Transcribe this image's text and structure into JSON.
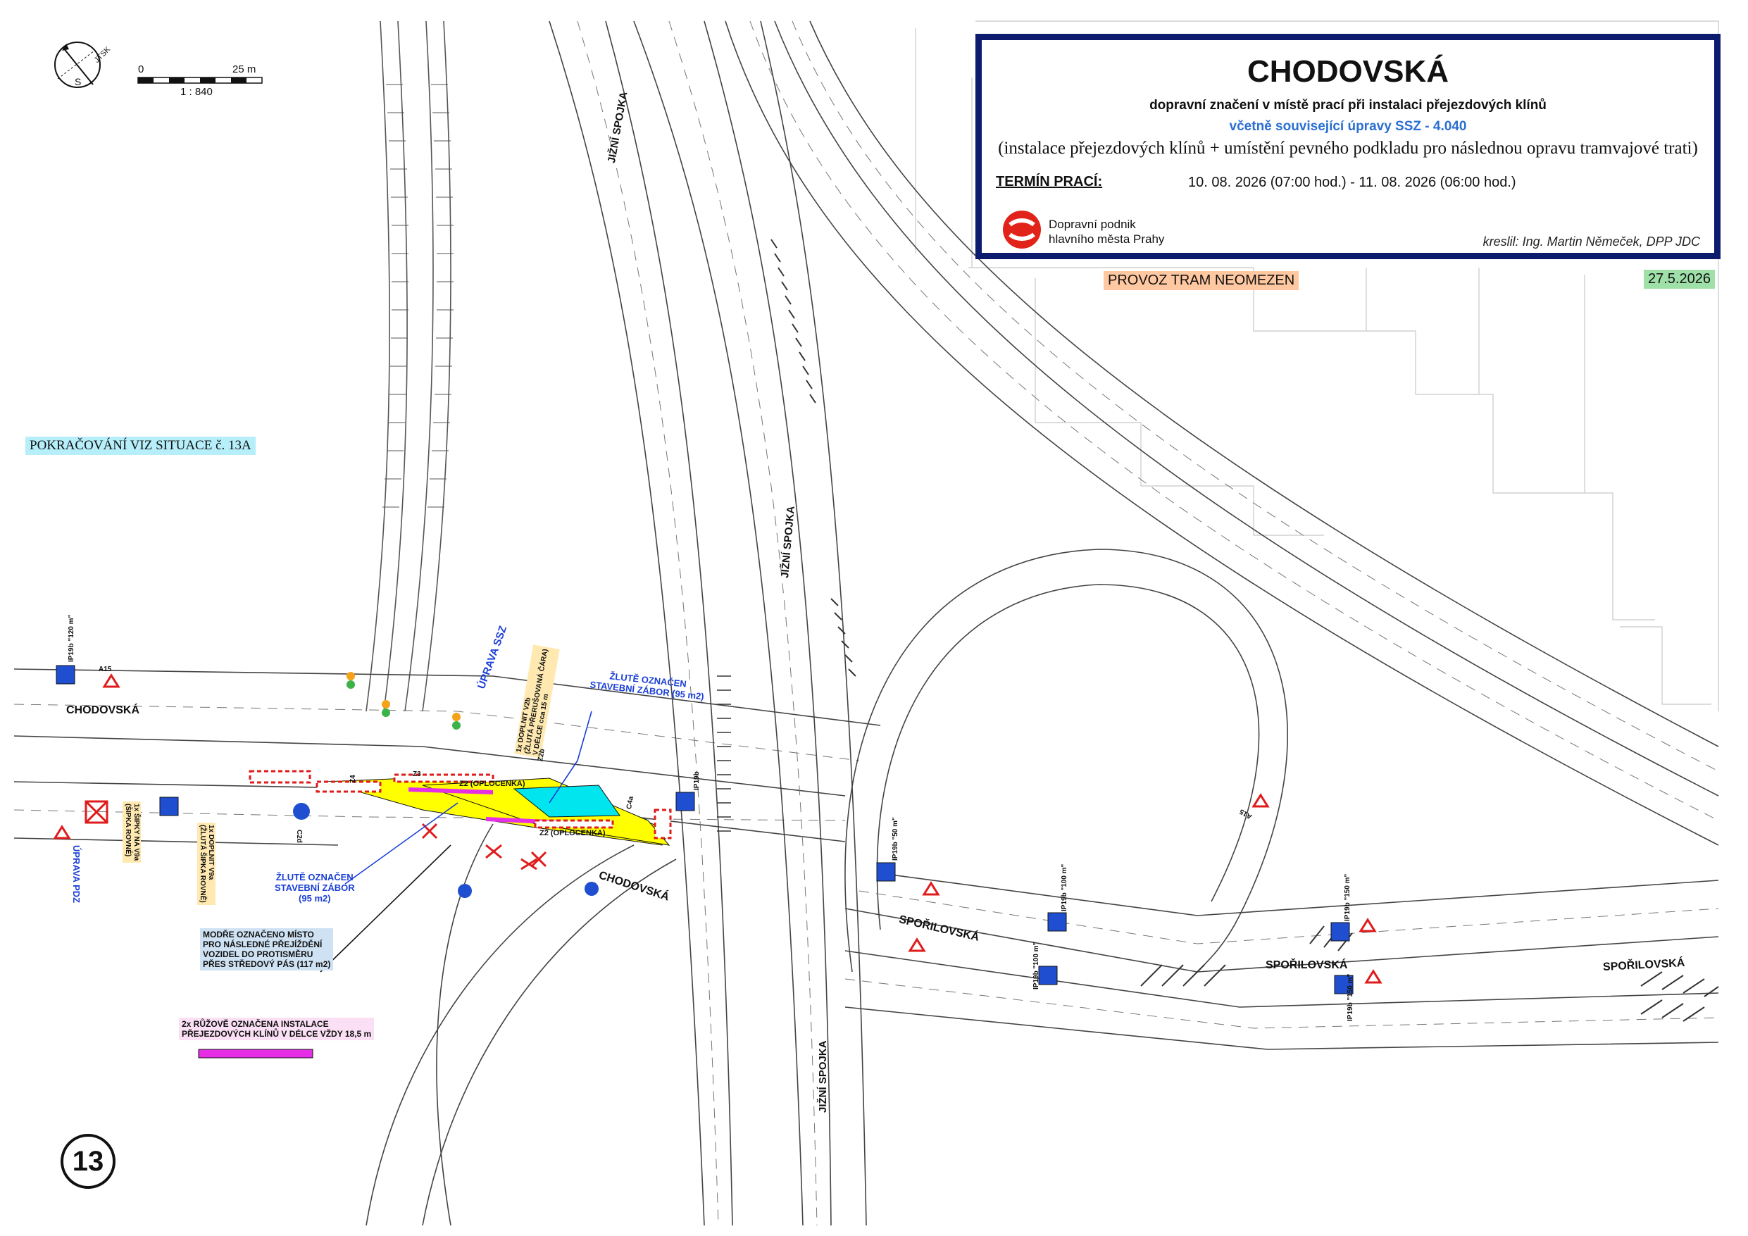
{
  "title_block": {
    "title": "CHODOVSKÁ",
    "subtitle_1": "dopravní značení v místě prací při instalaci přejezdových klínů",
    "subtitle_2": "včetně související úpravy SSZ - 4.040",
    "subtitle_3": "(instalace přejezdových klínů + umístění pevného podkladu pro následnou opravu tramvajové trati)",
    "term_label": "TERMÍN PRACÍ:",
    "term_value": "10. 08. 2026 (07:00 hod.) - 11. 08. 2026 (06:00 hod.)",
    "org_line_1": "Dopravní podnik",
    "org_line_2": "hlavního města Prahy",
    "author": "kreslil: Ing. Martin Němeček, DPP JDC"
  },
  "tags": {
    "provoz": "PROVOZ TRAM NEOMEZEN",
    "date": "27.5.2026",
    "pokracovani": "POKRAČOVÁNÍ VIZ SITUACE č. 13A"
  },
  "scale": {
    "zero": "0",
    "max": "25 m",
    "ratio": "1 : 840",
    "north_label": "S",
    "grid_label": "JTSK"
  },
  "street_labels": {
    "chodovska_w": "CHODOVSKÁ",
    "chodovska_c": "CHODOVSKÁ",
    "jizni_spojka_n": "JIŽNÍ SPOJKA",
    "jizni_spojka_c": "JIŽNÍ SPOJKA",
    "jizni_spojka_s": "JIŽNÍ SPOJKA",
    "sporilovska_1": "SPOŘILOVSKÁ",
    "sporilovska_2": "SPOŘILOVSKÁ",
    "sporilovska_3": "SPOŘILOVSKÁ"
  },
  "notes": {
    "zabor_95_line1": "ŽLUTĚ OZNAČEN",
    "zabor_95_line2": "STAVEBNÍ ZÁBOR (95 m2)",
    "zabor_95b_line1": "ŽLUTĚ OZNAČEN",
    "zabor_95b_line2": "STAVEBNÍ ZÁBOR",
    "zabor_95b_line3": "(95 m2)",
    "modre_line1": "MODŘE OZNAČENO MÍSTO",
    "modre_line2": "PRO NÁSLEDNÉ PŘEJÍŽDĚNÍ",
    "modre_line3": "VOZIDEL DO PROTISMĚRU",
    "modre_line4": "PŘES STŘEDOVÝ PÁS (117 m2)",
    "ruzove_line1": "2x RŮŽOVĚ OZNAČENA INSTALACE",
    "ruzove_line2": "PŘEJEZDOVÝCH KLÍNŮ V DÉLCE VŽDY 18,5 m",
    "uprava_ssz": "ÚPRAVA SSZ",
    "uprava_pdz": "ÚPRAVA PDZ",
    "oplocenka_1": "Z2 (OPLOCENKA)",
    "oplocenka_2": "Z2 (OPLOCENKA)",
    "doplnit_line1": "1x DOPLNIT V2b",
    "doplnit_line2": "(ŽLUTÁ PŘERUŠOVANÁ ČÁRA)",
    "doplnit_line3": "V DÉLCE cca 15 m",
    "sipka_line1": "1x DOPLNIT V9a",
    "sipka_line2": "(ŽLUTÁ ŠIPKA ROVNĚ)",
    "sipka2_line1": "1x ŠIPKY NA V9a",
    "sipka2_line2": "(ŠIPKA ROVNĚ)"
  },
  "signs": {
    "ip19_120": "IP19b \"120 m\"",
    "ip19_50": "IP19b \"50 m\"",
    "ip19_100a": "IP19b \"100 m\"",
    "ip19_100b": "IP19b \"100 m\"",
    "ip19_150a": "IP19b \"150 m\"",
    "ip19_150b": "IP19b \"150 m\"",
    "ip19_plain": "IP19b",
    "a15": "A15",
    "c4a": "C4a",
    "c2d": "C2d",
    "z4": "Z4",
    "z2": "Z2",
    "z2b": "Z2b",
    "z3": "Z3"
  },
  "sheet_number": "13",
  "colors": {
    "frame": "#0d1b6e",
    "zabor_yellow": "#ffff00",
    "zone_cyan": "#00e5ee",
    "wedge_magenta": "#e62ee6",
    "tag_cyan": "#b6effa",
    "tag_orange": "#ffc8a0",
    "tag_green": "#9fe0a9",
    "sign_blue": "#1f4fd0",
    "sign_red": "#e01b1b",
    "note_blue": "#1a3fd6",
    "logo_red": "#e2231a"
  },
  "icons": [
    "north-arrow-icon",
    "dpp-logo-icon",
    "ip19b-sign-icon",
    "a15-warning-icon",
    "no-entry-x-icon"
  ]
}
